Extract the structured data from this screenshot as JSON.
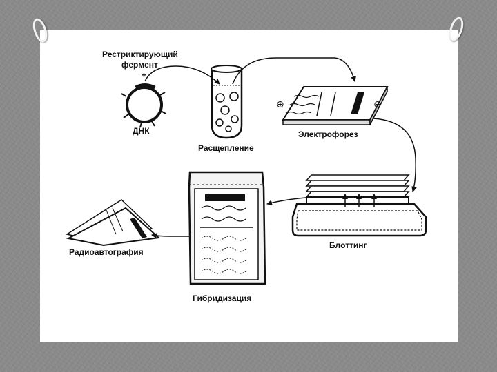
{
  "labels": {
    "enzyme_line1": "Рестриктирующий",
    "enzyme_line2": "фермент",
    "enzyme_plus": "+",
    "dna": "ДНК",
    "cleavage": "Расщепление",
    "electrophoresis": "Электрофорез",
    "blotting": "Блоттинг",
    "hybridization": "Гибридизация",
    "autoradiography": "Радиоавтография"
  },
  "electrodes": {
    "positive": "⊕",
    "negative": "⊖"
  },
  "colors": {
    "background": "#8a8a8a",
    "slide": "#ffffff",
    "ink": "#111111"
  }
}
